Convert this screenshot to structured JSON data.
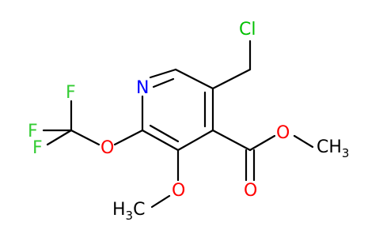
{
  "molecule": {
    "atoms": {
      "chlorine": {
        "text": "Cl",
        "color": "#00c000"
      },
      "nitrogen": {
        "text": "N",
        "color": "#0000ff"
      },
      "fluorine_top": {
        "text": "F",
        "color": "#33cc33"
      },
      "fluorine_left": {
        "text": "F",
        "color": "#33cc33"
      },
      "fluorine_bottom": {
        "text": "F",
        "color": "#33cc33"
      },
      "oxygen_ether": {
        "text": "O",
        "color": "#ff0000"
      },
      "oxygen_methoxy": {
        "text": "O",
        "color": "#ff0000"
      },
      "oxygen_ester_single": {
        "text": "O",
        "color": "#ff0000"
      },
      "oxygen_carbonyl": {
        "text": "O",
        "color": "#ff0000"
      },
      "methyl_ester": {
        "text": "CH",
        "subscript": "3",
        "color": "#000000"
      },
      "methyl_methoxy": {
        "text": "H",
        "subscript": "3",
        "suffix": "C",
        "color": "#000000"
      }
    },
    "bond_color": "#000000"
  }
}
